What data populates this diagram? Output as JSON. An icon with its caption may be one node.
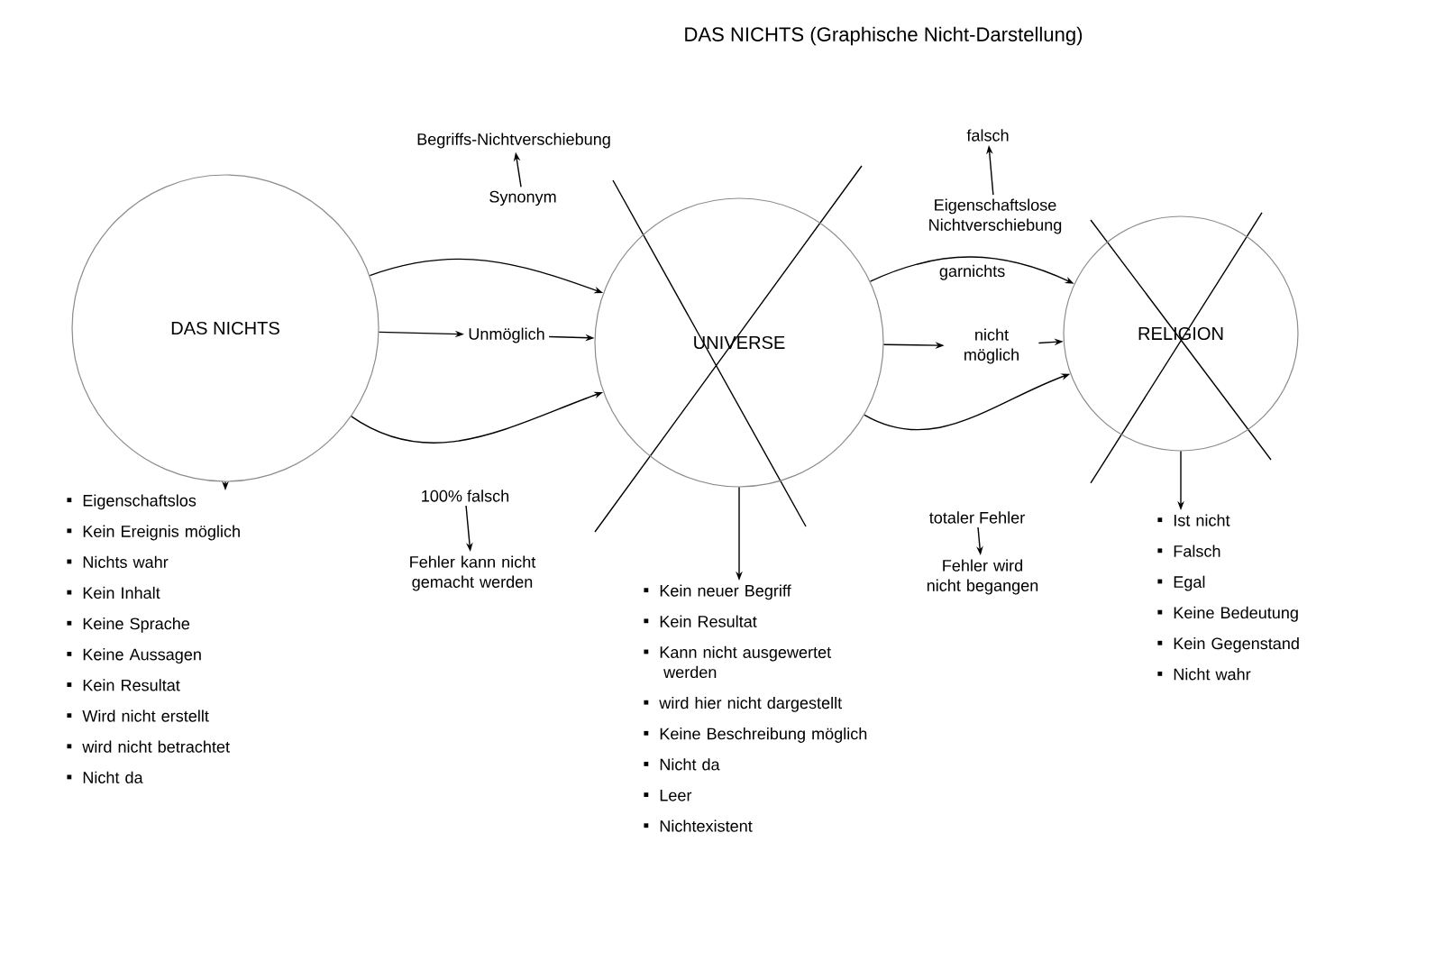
{
  "diagram": {
    "title": "DAS NICHTS (Graphische Nicht-Darstellung)",
    "nodes": [
      {
        "text": [
          "DAS NICHTS"
        ]
      },
      {
        "text": [
          "Begriffs-Nichtverschiebung"
        ]
      },
      {
        "text": [
          "Synonym"
        ]
      },
      {
        "text": [
          "Unmöglich"
        ]
      },
      {
        "text": [
          "UNIVERSE"
        ]
      },
      {
        "text": [
          "falsch"
        ]
      },
      {
        "text": [
          "Eigenschaftslose Nichtverschiebung"
        ]
      },
      {
        "text": [
          "nicht möglich"
        ]
      },
      {
        "text": [
          "RELIGION"
        ]
      },
      {
        "text": [
          "100% falsch"
        ]
      },
      {
        "text": [
          "Fehler kann nicht gemacht werden"
        ]
      },
      {
        "text": [
          "totaler Fehler"
        ]
      },
      {
        "text": [
          "Fehler wird nicht begangen"
        ]
      },
      {
        "text": [
          "Eigenschaftslos",
          "Kein Ereignis möglich",
          "Nichts wahr",
          "Kein Inhalt",
          "Keine Sprache",
          "Keine Aussagen",
          "Kein Resultat",
          "Wird nicht erstellt",
          "wird nicht betrachtet",
          "Nicht da"
        ]
      },
      {
        "text": [
          "Kein neuer Begriff",
          "Kein Resultat",
          "Kann nicht ausgewertet werden",
          "wird hier nicht dargestellt",
          "Keine Beschreibung möglich",
          "Nicht da",
          "Leer",
          "Nichtexistent"
        ]
      },
      {
        "text": [
          "Ist nicht",
          "Falsch",
          "Egal",
          "Keine Bedeutung",
          "Kein Gegenstand",
          "Nicht wahr"
        ]
      }
    ],
    "edges": [
      {
        "from": 0,
        "to": 4,
        "arrow": "to"
      },
      {
        "from": 2,
        "to": 1,
        "arrow": "to"
      },
      {
        "from": 0,
        "to": 3,
        "arrow": "to"
      },
      {
        "from": 3,
        "to": 4,
        "arrow": "to"
      },
      {
        "from": 0,
        "to": 4,
        "arrow": "to"
      },
      {
        "from": 9,
        "to": 10,
        "arrow": "to"
      },
      {
        "from": 4,
        "to": 8,
        "arrow": "to",
        "label": "garnichts"
      },
      {
        "from": 6,
        "to": 5,
        "arrow": "to"
      },
      {
        "from": 4,
        "to": 7,
        "arrow": "to"
      },
      {
        "from": 7,
        "to": 8,
        "arrow": "to"
      },
      {
        "from": 4,
        "to": 8,
        "arrow": "to"
      },
      {
        "from": 11,
        "to": 12,
        "arrow": "to"
      },
      {
        "from": 0,
        "to": 13,
        "arrow": "to"
      },
      {
        "from": 4,
        "to": 14,
        "arrow": "to"
      },
      {
        "from": 8,
        "to": 15,
        "arrow": "to"
      }
    ]
  }
}
